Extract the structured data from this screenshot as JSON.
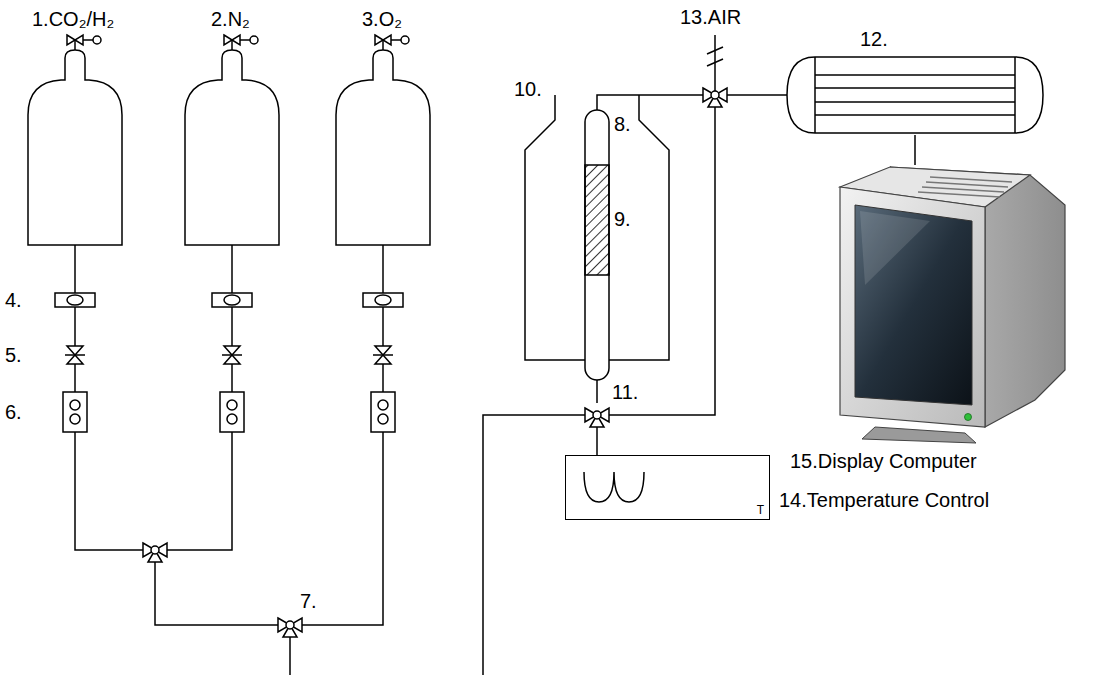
{
  "diagram": {
    "nodes": [
      {
        "text": [
          "12."
        ]
      },
      {
        "text": [
          "15.Display Computer"
        ]
      },
      {
        "text": [
          "T",
          "14.Temperature Control"
        ]
      }
    ],
    "edges": [
      {
        "from": 0,
        "to": 1,
        "arrow": "none"
      }
    ],
    "labels": [
      "1.CO₂/H₂",
      "2.N₂",
      "3.O₂",
      "4.",
      "5.",
      "6.",
      "7.",
      "8.",
      "9.",
      "10.",
      "11.",
      "13.AIR"
    ]
  }
}
